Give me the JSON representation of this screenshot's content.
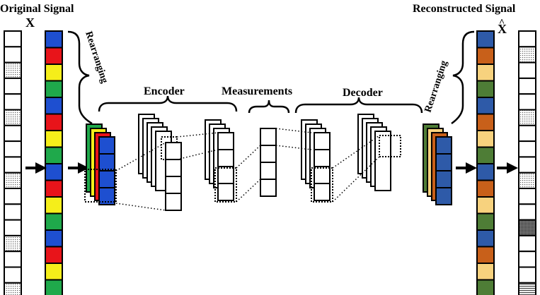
{
  "labels": {
    "original_signal": "Original Signal",
    "original_symbol": "X",
    "reconstructed_signal": "Reconstructed Signal",
    "reconstructed_symbol": "X",
    "reconstructed_hat": "^",
    "encoder": "Encoder",
    "measurements": "Measurements",
    "decoder": "Decoder",
    "rearranging_left": "Rearranging",
    "rearranging_right": "Rearranging"
  },
  "colors": {
    "blue": "#1E4FD0",
    "red": "#E8141A",
    "yellow": "#F5EE1A",
    "green": "#1FA94B",
    "dark_blue": "#2E5AA8",
    "orange": "#C8601A",
    "light_orange": "#F7D27E",
    "olive_green": "#4E7D36"
  },
  "original_signal_cells": [
    "white",
    "white",
    "dots",
    "white",
    "white",
    "dots",
    "white",
    "white",
    "white",
    "dots",
    "white",
    "white",
    "white",
    "dots",
    "white",
    "white",
    "dots"
  ],
  "colored_signal_cells": [
    "blue",
    "red",
    "yellow",
    "green",
    "blue",
    "red",
    "yellow",
    "green",
    "blue",
    "red",
    "yellow",
    "green",
    "blue",
    "red",
    "yellow",
    "green"
  ],
  "reconstructed_colored_cells": [
    "dark_blue",
    "orange",
    "light_orange",
    "olive_green",
    "dark_blue",
    "orange",
    "light_orange",
    "olive_green",
    "dark_blue",
    "orange",
    "light_orange",
    "olive_green",
    "dark_blue",
    "orange",
    "light_orange",
    "olive_green"
  ],
  "reconstructed_signal_cells": [
    "white",
    "dots",
    "white",
    "white",
    "white",
    "dots",
    "white",
    "white",
    "white",
    "dots",
    "white",
    "white",
    "dark",
    "white",
    "white",
    "white",
    "lines"
  ]
}
